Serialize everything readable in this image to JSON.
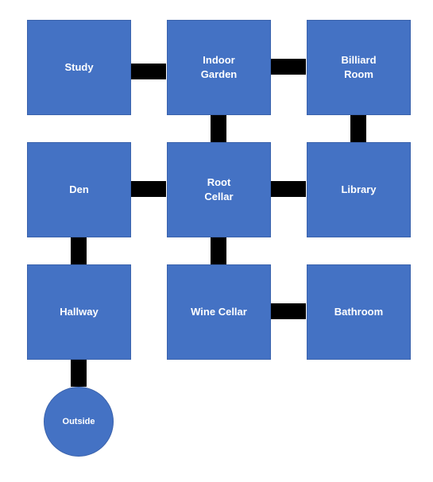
{
  "rooms": {
    "study": "Study",
    "indoor_garden": "Indoor\nGarden",
    "billiard_room": "Billiard\nRoom",
    "den": "Den",
    "root_cellar": "Root\nCellar",
    "library": "Library",
    "hallway": "Hallway",
    "wine_cellar": "Wine Cellar",
    "bathroom": "Bathroom",
    "outside": "Outside"
  },
  "connections": [
    [
      "Study",
      "Indoor Garden"
    ],
    [
      "Indoor Garden",
      "Billiard Room"
    ],
    [
      "Indoor Garden",
      "Root Cellar"
    ],
    [
      "Billiard Room",
      "Library"
    ],
    [
      "Den",
      "Root Cellar"
    ],
    [
      "Root Cellar",
      "Library"
    ],
    [
      "Den",
      "Hallway"
    ],
    [
      "Root Cellar",
      "Wine Cellar"
    ],
    [
      "Wine Cellar",
      "Bathroom"
    ],
    [
      "Hallway",
      "Outside"
    ]
  ],
  "colors": {
    "room_fill": "#4472c4",
    "door_fill": "#000000",
    "label": "#ffffff"
  }
}
